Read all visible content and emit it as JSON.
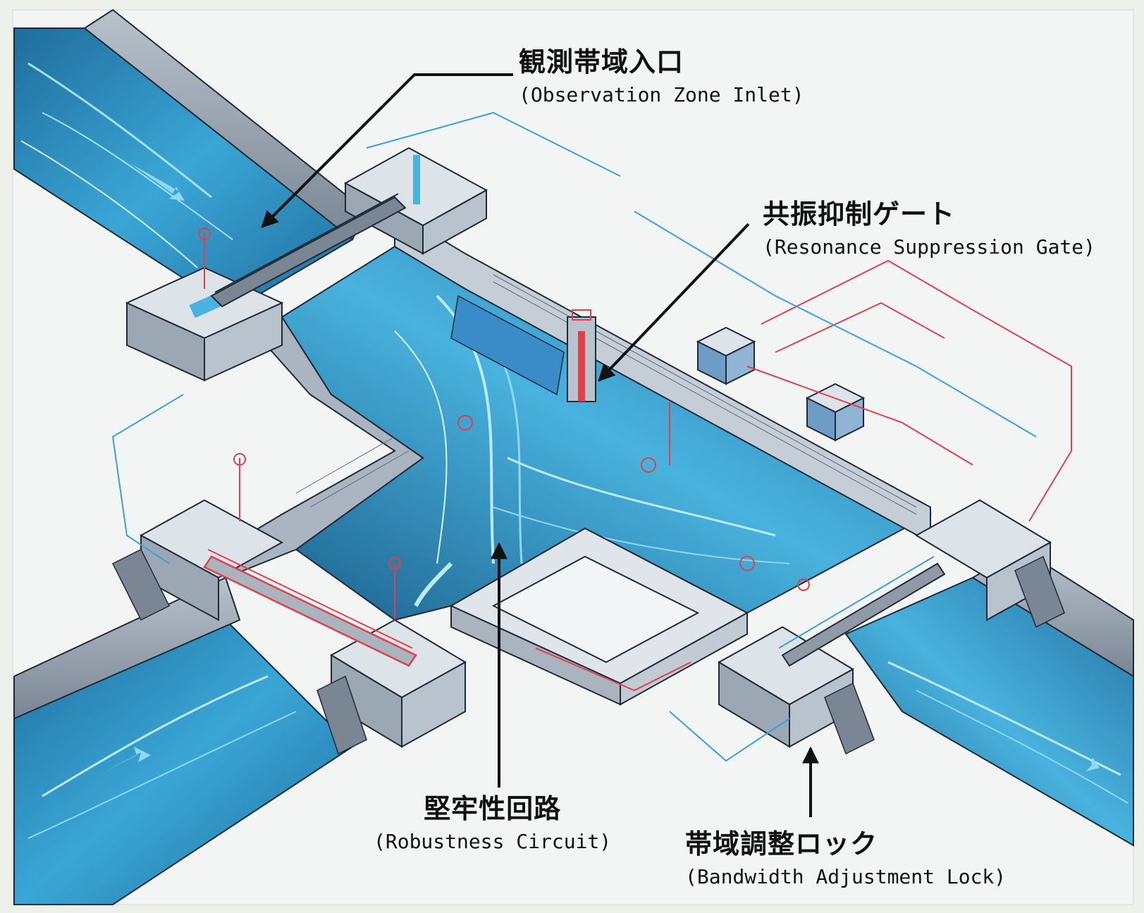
{
  "labels": {
    "inlet": {
      "jp": "観測帯域入口",
      "en": "(Observation Zone Inlet)"
    },
    "gate": {
      "jp": "共振抑制ゲート",
      "en": "(Resonance Suppression Gate)"
    },
    "circuit": {
      "jp": "堅牢性回路",
      "en": "(Robustness Circuit)"
    },
    "lock": {
      "jp": "帯域調整ロック",
      "en": "(Bandwidth Adjustment Lock)"
    }
  },
  "colors": {
    "background": "#eef0ec",
    "water": "#2f8fc0",
    "water_light": "#7fd0ee",
    "concrete": "#d7dde3",
    "concrete_dark": "#8f9aa6",
    "outline": "#1e2a36",
    "circuit_red": "#e0404a",
    "circuit_blue": "#3aa0e0"
  }
}
